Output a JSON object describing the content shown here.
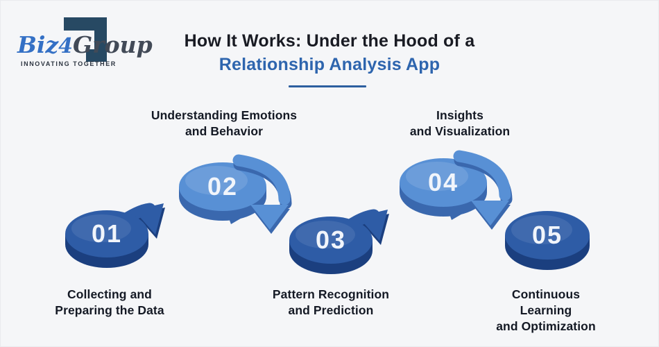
{
  "brand": {
    "name_part1": "Biz",
    "name_part2": "4",
    "name_part3": "Group",
    "tagline": "INNOVATING TOGETHER"
  },
  "header": {
    "title_line1": "How It Works: Under the Hood of a",
    "title_line2": "Relationship Analysis App"
  },
  "steps": [
    {
      "number": "01",
      "label": "Collecting and\nPreparing the Data",
      "variant": "dark-up-arrow",
      "label_position": "below"
    },
    {
      "number": "02",
      "label": "Understanding Emotions\nand Behavior",
      "variant": "light-down-arrow",
      "label_position": "above"
    },
    {
      "number": "03",
      "label": "Pattern Recognition\nand Prediction",
      "variant": "dark-up-arrow",
      "label_position": "below"
    },
    {
      "number": "04",
      "label": "Insights\nand Visualization",
      "variant": "light-down-arrow",
      "label_position": "above"
    },
    {
      "number": "05",
      "label": "Continuous Learning\nand Optimization",
      "variant": "dark-plain",
      "label_position": "below"
    }
  ],
  "colors": {
    "background": "#f5f6f8",
    "title_dark": "#191b23",
    "title_blue": "#2e65ae",
    "underline_blue": "#2d5f9f",
    "disc_dark_main": "#2e5ca6",
    "disc_dark_side": "#1b3f7f",
    "disc_light_main": "#5890d5",
    "disc_light_side": "#3a68ae",
    "number_text": "#f1f5fb",
    "label_text": "#141924",
    "logo_blue": "#3470c5",
    "logo_gray": "#424a57",
    "logo_navy": "#274963"
  }
}
